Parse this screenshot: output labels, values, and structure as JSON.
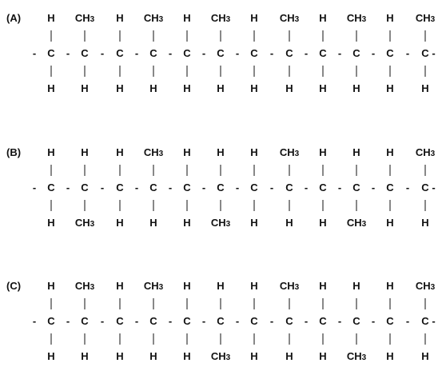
{
  "bond_dash": "-",
  "polymers": [
    {
      "label": "(A)",
      "carbon_symbol": "C",
      "top": [
        "H",
        "CH3",
        "H",
        "CH3",
        "H",
        "CH3",
        "H",
        "CH3",
        "H",
        "CH3",
        "H",
        "CH3"
      ],
      "bottom": [
        "H",
        "H",
        "H",
        "H",
        "H",
        "H",
        "H",
        "H",
        "H",
        "H",
        "H",
        "H"
      ]
    },
    {
      "label": "(B)",
      "carbon_symbol": "C",
      "top": [
        "H",
        "H",
        "H",
        "CH3",
        "H",
        "H",
        "H",
        "CH3",
        "H",
        "H",
        "H",
        "CH3"
      ],
      "bottom": [
        "H",
        "CH3",
        "H",
        "H",
        "H",
        "CH3",
        "H",
        "H",
        "H",
        "CH3",
        "H",
        "H"
      ]
    },
    {
      "label": "(C)",
      "carbon_symbol": "C",
      "top": [
        "H",
        "CH3",
        "H",
        "CH3",
        "H",
        "H",
        "H",
        "CH3",
        "H",
        "H",
        "H",
        "CH3"
      ],
      "bottom": [
        "H",
        "H",
        "H",
        "H",
        "H",
        "CH3",
        "H",
        "H",
        "H",
        "CH3",
        "H",
        "H"
      ]
    }
  ]
}
